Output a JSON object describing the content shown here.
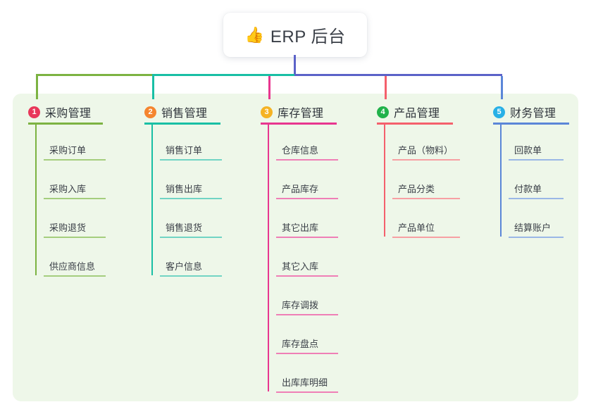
{
  "root": {
    "icon": "thumbs-up-icon",
    "icon_glyph": "👍",
    "title": "ERP 后台"
  },
  "theme": {
    "page_background": "#ffffff",
    "panel_background": "#eef7e9",
    "root_card_background": "#ffffff",
    "root_title_color": "#3a3f47",
    "node_text_color": "#3a3f47",
    "root_stem_color": "#5b62c8"
  },
  "columns": [
    {
      "number": "1",
      "title": "采购管理",
      "badge_color": "#e8385a",
      "line_color": "#7cb342",
      "leaf_line_color": "#a5ce7e",
      "bus_color": "#7cb342",
      "items": [
        {
          "label": "采购订单"
        },
        {
          "label": "采购入库"
        },
        {
          "label": "采购退货"
        },
        {
          "label": "供应商信息"
        }
      ]
    },
    {
      "number": "2",
      "title": "销售管理",
      "badge_color": "#f5852f",
      "line_color": "#19bfa5",
      "leaf_line_color": "#71d4c4",
      "bus_color": "#19bfa5",
      "items": [
        {
          "label": "销售订单"
        },
        {
          "label": "销售出库"
        },
        {
          "label": "销售退货"
        },
        {
          "label": "客户信息"
        }
      ]
    },
    {
      "number": "3",
      "title": "库存管理",
      "badge_color": "#f5b324",
      "line_color": "#e8368f",
      "leaf_line_color": "#ef7fb6",
      "bus_color": "#5b62c8",
      "items": [
        {
          "label": "仓库信息"
        },
        {
          "label": "产品库存"
        },
        {
          "label": "其它出库"
        },
        {
          "label": "其它入库"
        },
        {
          "label": "库存调拨"
        },
        {
          "label": "库存盘点"
        },
        {
          "label": "出库库明细"
        }
      ]
    },
    {
      "number": "4",
      "title": "产品管理",
      "badge_color": "#21b24b",
      "line_color": "#f4606c",
      "leaf_line_color": "#f7a0a3",
      "bus_color": "#5b62c8",
      "items": [
        {
          "label": "产品（物料）"
        },
        {
          "label": "产品分类"
        },
        {
          "label": "产品单位"
        }
      ]
    },
    {
      "number": "5",
      "title": "财务管理",
      "badge_color": "#28b0e6",
      "line_color": "#5b86d8",
      "leaf_line_color": "#9ab7e6",
      "bus_color": "#5b62c8",
      "items": [
        {
          "label": "回款单"
        },
        {
          "label": "付款单"
        },
        {
          "label": "结算账户"
        }
      ]
    }
  ]
}
